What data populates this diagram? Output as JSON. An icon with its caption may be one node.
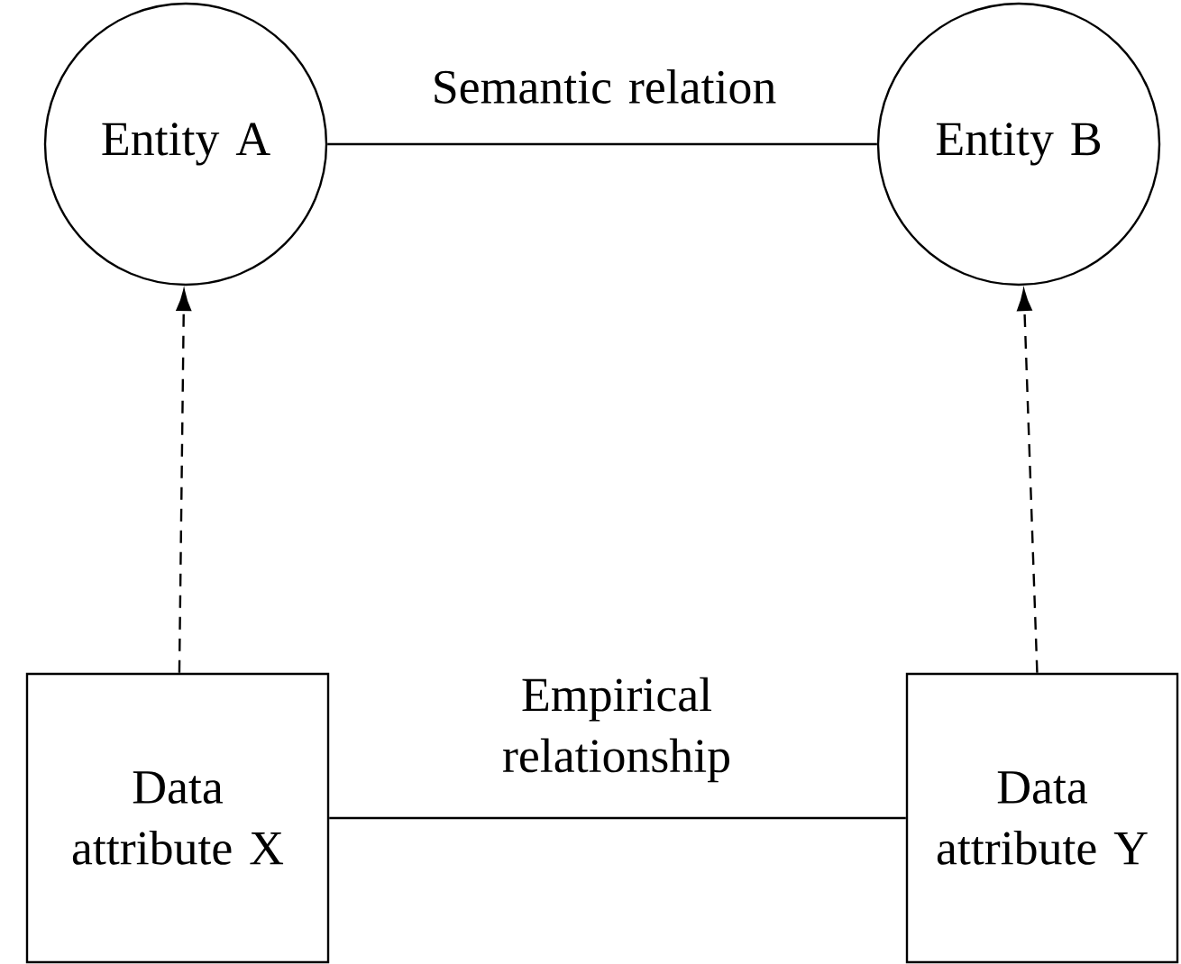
{
  "diagram": {
    "nodes": [
      {
        "text": [
          "Entity A"
        ]
      },
      {
        "text": [
          "Entity B"
        ]
      },
      {
        "text": [
          "Data attribute X"
        ]
      },
      {
        "text": [
          "Data attribute Y"
        ]
      }
    ],
    "edges": [
      {
        "from": 0,
        "to": 1,
        "arrow": "none",
        "label": "Semantic relation"
      },
      {
        "from": 2,
        "to": 0,
        "arrow": "to",
        "style": "dashed"
      },
      {
        "from": 3,
        "to": 1,
        "arrow": "to",
        "style": "dashed"
      },
      {
        "from": 2,
        "to": 3,
        "arrow": "none",
        "label": "Empirical relationship"
      }
    ]
  }
}
